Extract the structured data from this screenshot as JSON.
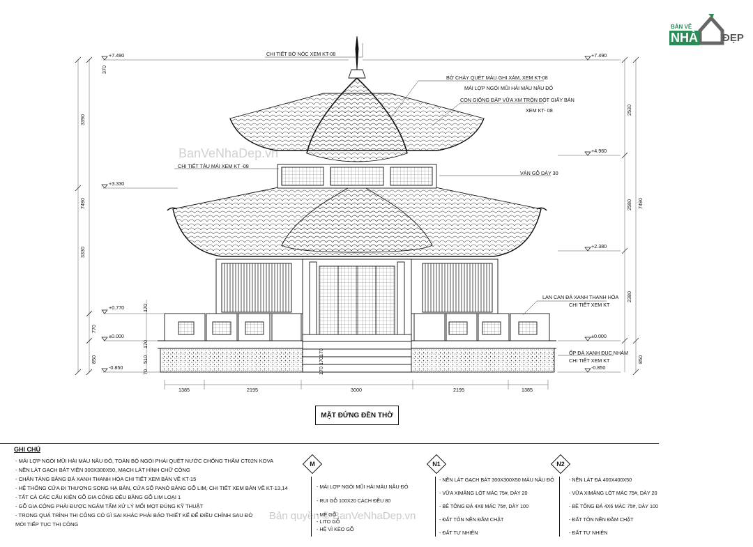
{
  "logo": {
    "top": "BẢN VẼ",
    "left": "NHÀ",
    "right": "ĐẸP",
    "brand_color": "#2e8b57"
  },
  "watermarks": {
    "top": "BanVeNhaDep.vn",
    "bottom": "Bản quyền © BanVeNhaDep.vn"
  },
  "title": "MẶT ĐỨNG ĐỀN THỜ",
  "levels_left": [
    "+7.490",
    "+3.330",
    "+0.770",
    "±0.000",
    "-0.850"
  ],
  "levels_right": [
    "+7.490",
    "+4.960",
    "+2.380",
    "±0.000",
    "-0.850"
  ],
  "left_dims_outer": [
    "3390",
    "7490",
    "3330"
  ],
  "left_dims_inner": [
    "770",
    "850"
  ],
  "left_small_dims": [
    "370",
    "170",
    "510",
    "70",
    "170"
  ],
  "right_dims_outer": [
    "7490",
    "850"
  ],
  "right_dims_inner": [
    "2530",
    "2580",
    "2380"
  ],
  "stair_dims": [
    "170",
    "170",
    "170"
  ],
  "bottom_dims": [
    "1385",
    "2195",
    "3000",
    "2195",
    "1385"
  ],
  "callouts": {
    "roof_peak": "CHI TIẾT BỜ NÓC XEM KT-08",
    "ridge": "BỜ CHẢY QUÉT MÀU GHI XÁM, XEM KT-08",
    "tile": "MÁI LỢP NGÓI MŨI HÀI MÀU NÂU ĐỎ",
    "dragon_1": "CON GIỐNG ĐẮP VỮA XM TRỘN ĐỘT GIẤY BẢN",
    "dragon_2": "XEM KT- 08",
    "roof_detail": "CHI TIẾT TÀU MÁI XEM KT -08",
    "wood": "VÁN GỖ DÀY 30",
    "rail_1": "LAN CAN ĐÁ XANH THANH HÓA",
    "rail_2": "CHI TIẾT XEM KT",
    "base_1": "ỐP ĐÁ XANH ĐỤC NHÁM",
    "base_2": "CHI TIẾT XEM KT"
  },
  "notes": {
    "heading": "GHI CHÚ",
    "lines": [
      "- MÁI LỢP NGÓI MŨI HÀI MÀU NÂU ĐỎ, TOÀN BỘ NGÓI PHẢI QUÉT NƯỚC CHỐNG THẤM CT02N KOVA",
      "- NỀN LÁT GẠCH BÁT VIÊN 300X300X50, MẠCH LÁT HÌNH CHỮ CÔNG",
      "- CHÂN TẢNG BẰNG ĐÁ XANH THANH HÓA CHI TIẾT XEM BẢN VẼ KT-15",
      "- HỆ THỐNG CỬA ĐI THƯỢNG SONG HẠ BẢN, CỬA SỔ PANÔ BẰNG GỖ LIM, CHI TIẾT XEM BẢN VẼ KT-13,14",
      "- TẤT CẢ CÁC CẤU KIỆN GỖ GIA CÔNG ĐỀU BẰNG GỖ LIM LOẠI 1",
      "- GỖ GIA CÔNG PHẢI ĐƯỢC NGÂM TẨM XỬ LÝ MỐI MỌT ĐÚNG KỸ THUẬT",
      "- TRONG QUÁ TRÌNH THI CÔNG CÓ GÌ SAI KHÁC PHẢI BÁO THIẾT KẾ ĐỂ ĐIỀU CHỈNH SAU ĐÓ",
      "MỚI TIẾP TỤC THI CÔNG"
    ]
  },
  "sections": [
    {
      "tag": "M",
      "items": [
        "- MÁI LỢP NGÓI MŨI HÀI MÀU NÂU ĐỎ",
        "- RUI GỖ 100X20 CÁCH ĐỀU 80",
        "- MÈ GỖ",
        "- LITO GỖ",
        "- HỆ VÌ KÈO GỖ"
      ]
    },
    {
      "tag": "N1",
      "items": [
        "- NỀN LÁT GẠCH BÁT 300X300X50 MÀU NÂU ĐỎ",
        "- VỮA XIMĂNG LÓT MÁC 75#, DÀY 20",
        "- BÊ TÔNG ĐÁ 4X6 MÁC 75#, DÀY 100",
        "- ĐẤT TÔN NỀN ĐẦM CHẶT",
        "- ĐẤT TỰ NHIÊN"
      ]
    },
    {
      "tag": "N2",
      "items": [
        "- NỀN LÁT ĐÁ 400X400X50",
        "- VỮA XIMĂNG LÓT MÁC 75#, DÀY 20",
        "- BÊ TÔNG ĐÁ 4X6 MÁC 75#, DÀY 100",
        "- ĐẤT TÔN NỀN ĐẦM CHẶT",
        "- ĐẤT TỰ NHIÊN"
      ]
    }
  ]
}
